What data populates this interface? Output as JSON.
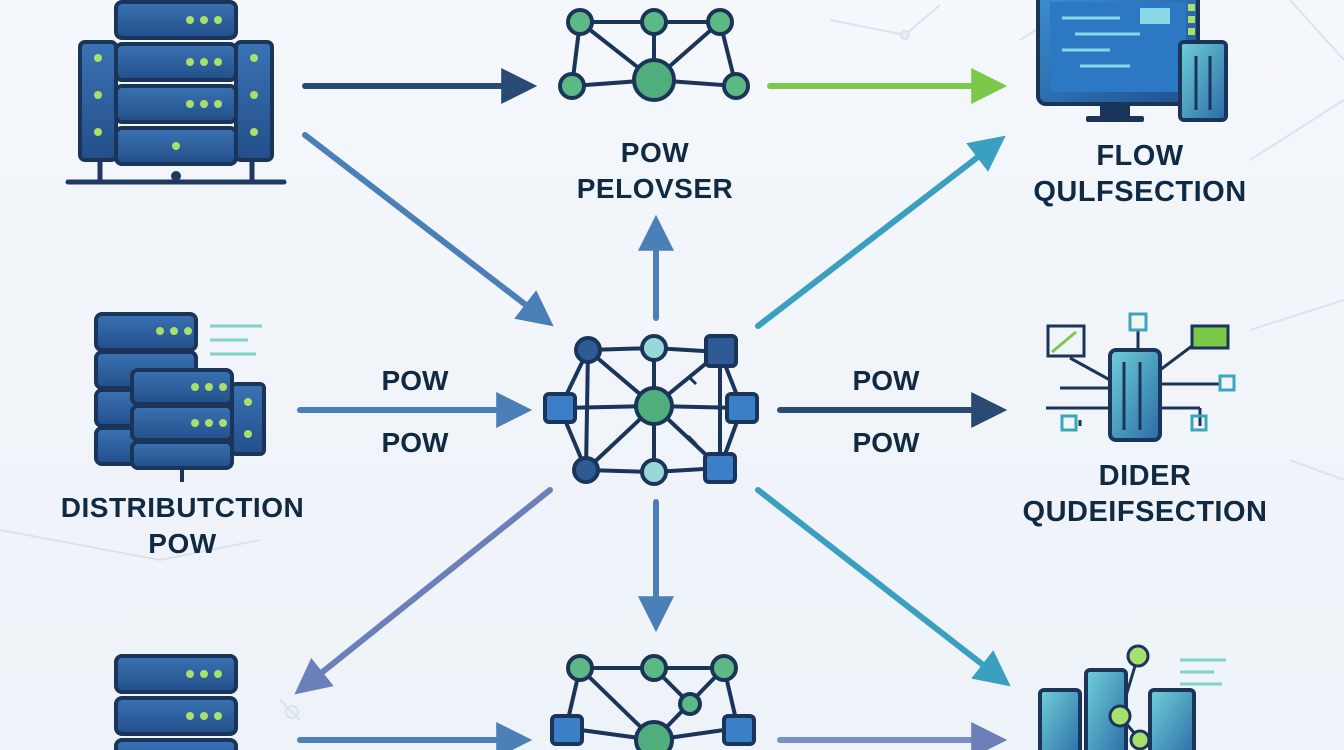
{
  "nodes": {
    "pow_pelovser": {
      "title": "POW",
      "subtitle": "PELOVSER"
    },
    "flow_qulfsection": {
      "title": "FLOW",
      "subtitle": "QULFSECTION"
    },
    "distribution_pow": {
      "title": "DISTRIBUTCTION",
      "subtitle": "POW"
    },
    "dider_qudeifsection": {
      "title": "DIDER",
      "subtitle": "QUDEIFSECTION"
    }
  },
  "edge_labels": {
    "left_top": "POW",
    "left_bottom": "POW",
    "right_top": "POW",
    "right_bottom": "POW"
  },
  "colors": {
    "navy": "#25466e",
    "blue": "#3f78b4",
    "green": "#7cc94a",
    "teal": "#3aa6b9",
    "server_fill": "#2f5f9e",
    "node_green": "#5cb885",
    "node_light": "#9ad7d8"
  }
}
